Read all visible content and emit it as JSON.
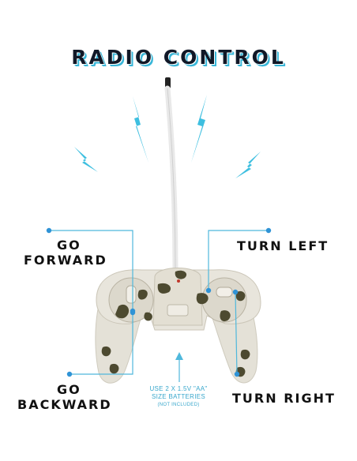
{
  "title": "RADIO CONTROL",
  "labels": {
    "go_forward_1": "GO",
    "go_forward_2": "FORWARD",
    "turn_left": "TURN LEFT",
    "go_backward_1": "GO",
    "go_backward_2": "BACKWARD",
    "turn_right": "TURN RIGHT"
  },
  "battery_note": {
    "line1": "USE 2 X 1.5V \"AA\"",
    "line2": "SIZE BATTERIES",
    "line3": "(NOT INCLUDED)"
  },
  "colors": {
    "accent": "#38b6d8",
    "controller_body": "#e6e3da",
    "camo_dark": "#4a4a2e",
    "antenna": "#ffffff"
  },
  "icons": [
    "lightning-bolt-icon",
    "antenna-icon",
    "controller-icon"
  ]
}
